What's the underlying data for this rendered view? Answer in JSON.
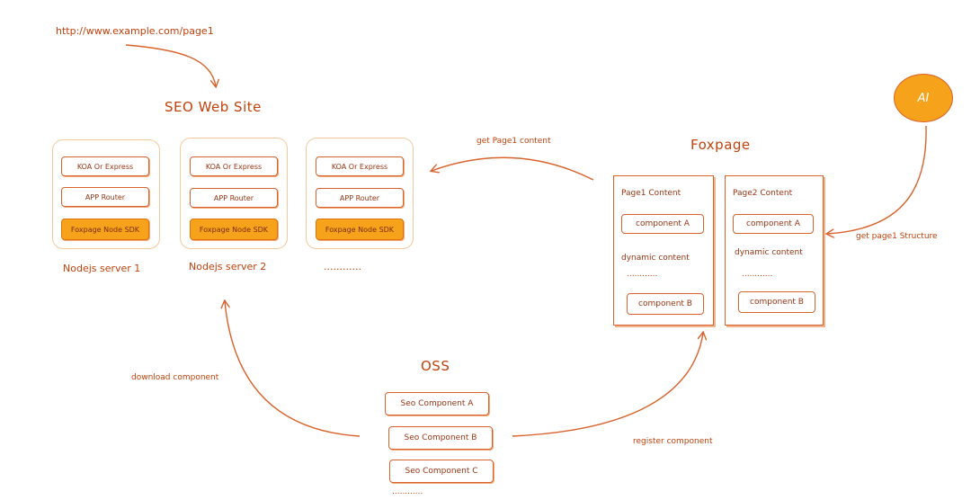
{
  "url": "http://www.example.com/page1",
  "seo_site": {
    "title": "SEO Web Site",
    "servers": [
      {
        "label": "Nodejs server 1",
        "framework": "KOA Or Express",
        "router": "APP Router",
        "sdk": "Foxpage Node SDK"
      },
      {
        "label": "Nodejs server 2",
        "framework": "KOA Or Express",
        "router": "APP Router",
        "sdk": "Foxpage Node SDK"
      },
      {
        "label": "............",
        "framework": "KOA Or Express",
        "router": "APP Router",
        "sdk": "Foxpage Node SDK"
      }
    ]
  },
  "foxpage": {
    "title": "Foxpage",
    "pages": [
      {
        "title": "Page1 Content",
        "component_a": "component A",
        "dynamic": "dynamic content",
        "dots": "............",
        "component_b": "component B"
      },
      {
        "title": "Page2 Content",
        "component_a": "component A",
        "dynamic": "dynamic content",
        "dots": "............",
        "component_b": "component B"
      }
    ]
  },
  "ai": {
    "label": "AI"
  },
  "oss": {
    "title": "OSS",
    "components": [
      "Seo Component A",
      "Seo Component B",
      "Seo Component C"
    ],
    "more": "............"
  },
  "arrows": {
    "get_content": "get Page1 content",
    "get_structure": "get page1 Structure",
    "download": "download component",
    "register": "register component"
  },
  "colors": {
    "stroke": "#d9622b",
    "text": "#c2410c",
    "accent_fill": "#f7a21b",
    "server_border": "#f5c99b"
  }
}
